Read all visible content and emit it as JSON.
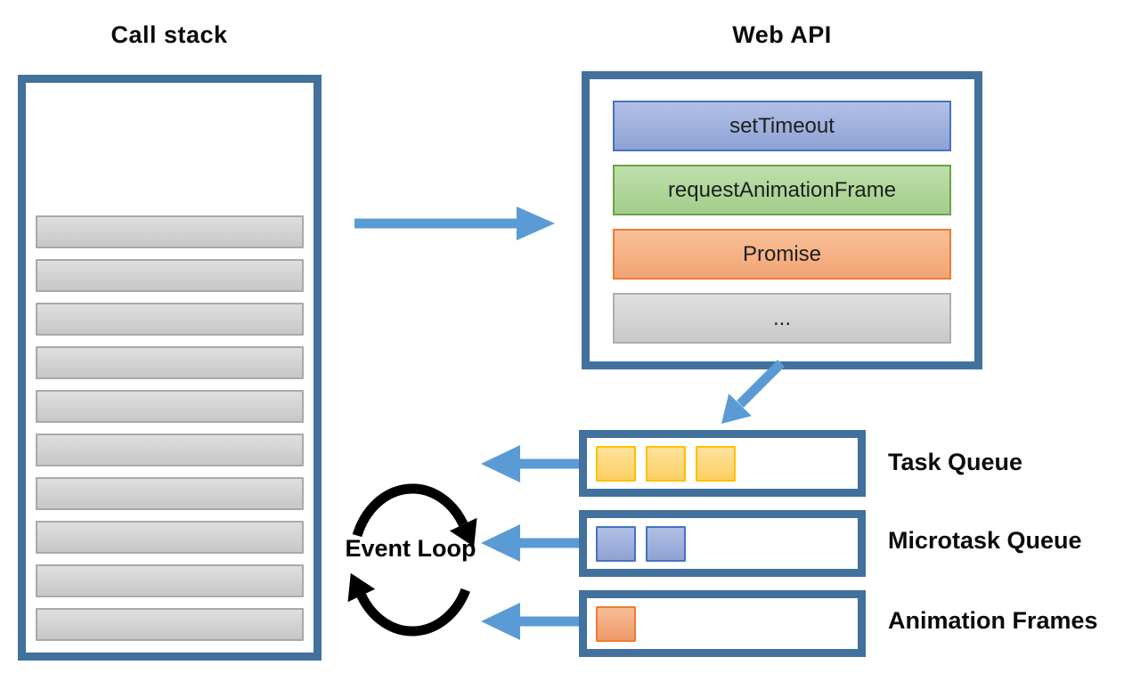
{
  "call_stack": {
    "title": "Call stack",
    "frame_count": 10
  },
  "web_api": {
    "title": "Web API",
    "items": [
      {
        "label": "setTimeout",
        "color_name": "blue"
      },
      {
        "label": "requestAnimationFrame",
        "color_name": "green"
      },
      {
        "label": "Promise",
        "color_name": "orange"
      },
      {
        "label": "...",
        "color_name": "gray"
      }
    ]
  },
  "queues": [
    {
      "label": "Task Queue",
      "item_count": 3,
      "item_color": "#FFC000"
    },
    {
      "label": "Microtask Queue",
      "item_count": 2,
      "item_color": "#4472C4"
    },
    {
      "label": "Animation Frames",
      "item_count": 1,
      "item_color": "#ED7D31"
    }
  ],
  "event_loop": {
    "label": "Event Loop"
  },
  "arrows": [
    {
      "name": "call-stack-to-web-api",
      "direction": "right"
    },
    {
      "name": "web-api-to-task-queue",
      "direction": "down-left"
    },
    {
      "name": "task-queue-to-event-loop",
      "direction": "left"
    },
    {
      "name": "microtask-queue-to-event-loop",
      "direction": "left"
    },
    {
      "name": "animation-frames-to-event-loop",
      "direction": "left"
    }
  ],
  "colors": {
    "box_border": "#41719C",
    "arrow_blue": "#5B9BD5",
    "event_loop_arrow": "#000000",
    "blue_fill": "#9FAFDC",
    "green_fill": "#AED29A",
    "orange_fill": "#F5B183",
    "gray_fill": "#D2D2D2",
    "yellow_square": "#FCD76F"
  }
}
